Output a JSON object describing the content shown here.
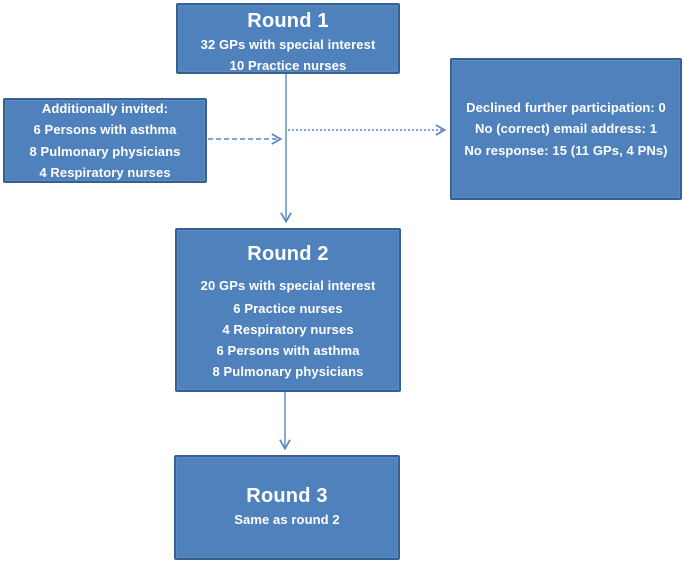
{
  "diagram": {
    "type": "flowchart",
    "background": "#ffffff",
    "colors": {
      "box_fill": "#4f81bd",
      "box_border": "#36618e",
      "text": "#ffffff",
      "arrow": "#5b87c2"
    },
    "boxes": {
      "round1": {
        "title": "Round 1",
        "lines": [
          "32 GPs with special interest",
          "10 Practice nurses"
        ]
      },
      "additionally_invited": {
        "lines": [
          "Additionally invited:",
          "6 Persons with asthma",
          "8 Pulmonary physicians",
          "4 Respiratory nurses"
        ]
      },
      "declined": {
        "lines": [
          "Declined further participation: 0",
          "No (correct) email address: 1",
          "No response: 15 (11 GPs, 4 PNs)"
        ]
      },
      "round2": {
        "title": "Round 2",
        "lines": [
          "20 GPs with special interest",
          "6 Practice nurses",
          "4 Respiratory nurses",
          "6 Persons with asthma",
          "8 Pulmonary physicians"
        ]
      },
      "round3": {
        "title": "Round 3",
        "lines": [
          "Same as round 2"
        ]
      }
    },
    "connectors": [
      {
        "name": "round1-to-round2",
        "style": "solid",
        "direction": "down"
      },
      {
        "name": "round2-to-round3",
        "style": "solid",
        "direction": "down"
      },
      {
        "name": "invited-to-flow",
        "style": "dashed",
        "direction": "right"
      },
      {
        "name": "flow-to-declined",
        "style": "dotted",
        "direction": "right"
      }
    ]
  }
}
